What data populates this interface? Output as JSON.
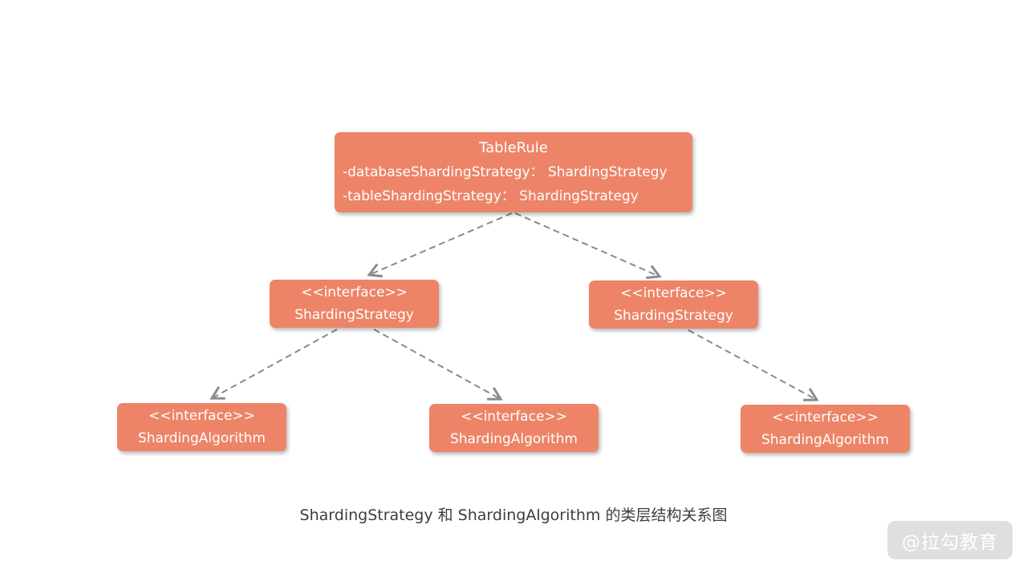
{
  "diagram": {
    "nodes": {
      "tableRule": {
        "title": "TableRule",
        "field1": "-databaseShardingStrategy： ShardingStrategy",
        "field2": "-tableShardingStrategy： ShardingStrategy"
      },
      "strategyLeft": {
        "stereotype": "<<interface>>",
        "name": "ShardingStrategy"
      },
      "strategyRight": {
        "stereotype": "<<interface>>",
        "name": "ShardingStrategy"
      },
      "algoLeft": {
        "stereotype": "<<interface>>",
        "name": "ShardingAlgorithm"
      },
      "algoMiddle": {
        "stereotype": "<<interface>>",
        "name": "ShardingAlgorithm"
      },
      "algoRight": {
        "stereotype": "<<interface>>",
        "name": "ShardingAlgorithm"
      }
    },
    "caption": "ShardingStrategy 和 ShardingAlgorithm 的类层结构关系图",
    "watermark": "@拉勾教育",
    "colors": {
      "box": "#ED8467",
      "boxText": "#FFFFFF",
      "connector": "#8A8A8A",
      "caption": "#3D3D3D",
      "watermarkBg": "#D4D4D4",
      "watermarkText": "#FFFFFF"
    }
  }
}
